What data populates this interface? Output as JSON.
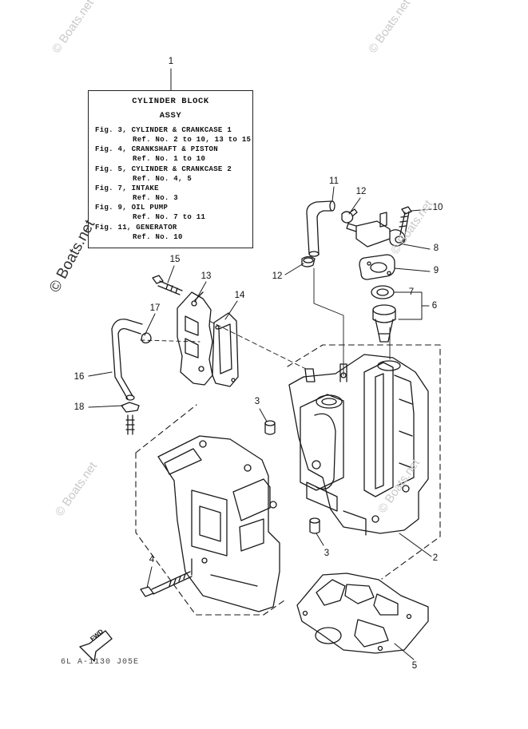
{
  "legend": {
    "title_1": "CYLINDER BLOCK",
    "title_2": "ASSY",
    "lines": [
      "Fig. 3, CYLINDER & CRANKCASE 1",
      "Ref. No. 2 to 10, 13 to 15",
      "Fig. 4, CRANKSHAFT & PISTON",
      "Ref. No. 1 to 10",
      "Fig. 5, CYLINDER & CRANKCASE 2",
      "Ref. No. 4, 5",
      "Fig. 7, INTAKE",
      "Ref. No. 3",
      "Fig. 9, OIL PUMP",
      "Ref. No. 7 to 11",
      "Fig. 11, GENERATOR",
      "Ref. No. 10"
    ]
  },
  "callouts": [
    "1",
    "2",
    "3",
    "3",
    "4",
    "5",
    "6",
    "7",
    "8",
    "9",
    "10",
    "11",
    "12",
    "12",
    "13",
    "14",
    "15",
    "16",
    "17",
    "18"
  ],
  "watermark": {
    "main": "© Boats.net",
    "faint": "© Boats.net"
  },
  "fwd_label": "FWD",
  "diagram_code": "6L A-1130 J05E"
}
